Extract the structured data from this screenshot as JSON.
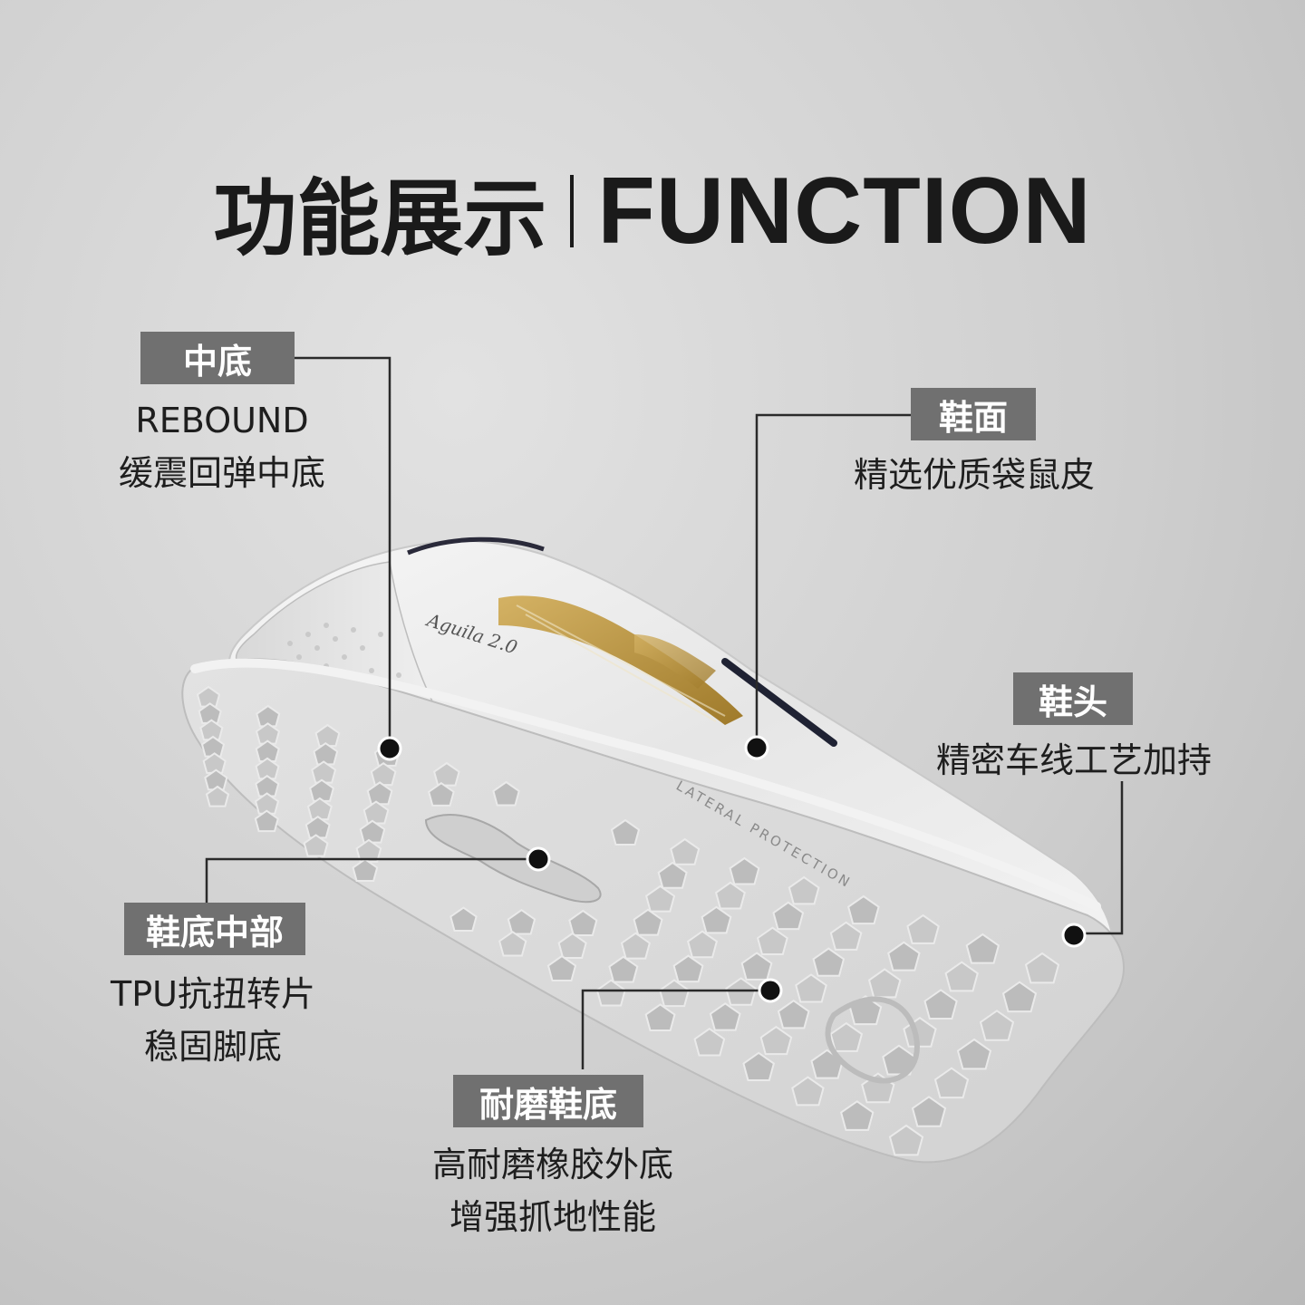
{
  "title": {
    "cn": "功能展示",
    "en": "FUNCTION"
  },
  "shoe": {
    "upper_text": "LATERAL PROTECTION",
    "model_text": "Aguila 2.0"
  },
  "features": [
    {
      "tag": "中底",
      "lines": [
        "REBOUND",
        "缓震回弹中底"
      ]
    },
    {
      "tag": "鞋面",
      "lines": [
        "精选优质袋鼠皮"
      ]
    },
    {
      "tag": "鞋头",
      "lines": [
        "精密车线工艺加持"
      ]
    },
    {
      "tag": "鞋底中部",
      "lines": [
        "TPU抗扭转片",
        "稳固脚底"
      ]
    },
    {
      "tag": "耐磨鞋底",
      "lines": [
        "高耐磨橡胶外底",
        "增强抓地性能"
      ]
    }
  ],
  "colors": {
    "background": "#cfcfcf",
    "tag_bg": "#707070",
    "accent_gold": "#b8923a",
    "text": "#1b1b1b"
  }
}
